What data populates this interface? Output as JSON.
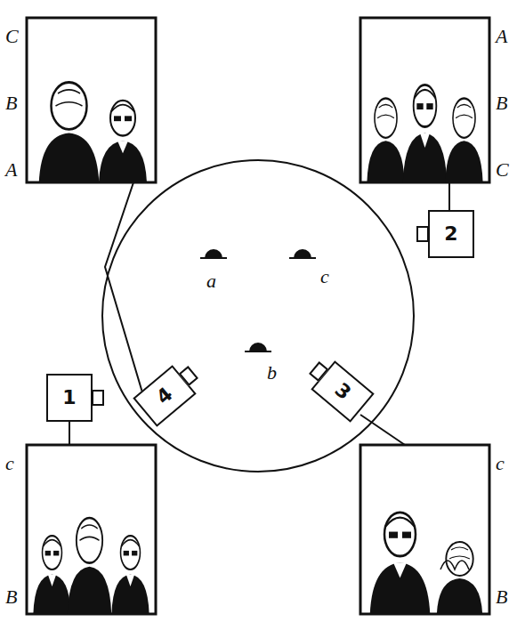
{
  "diagram": {
    "nodes": [
      {
        "text": [
          "1"
        ]
      },
      {
        "text": [
          "2"
        ]
      },
      {
        "text": [
          "3"
        ]
      },
      {
        "text": [
          "4"
        ]
      }
    ],
    "labels": [
      "C",
      "B",
      "A",
      "A",
      "B",
      "C",
      "a",
      "c",
      "b",
      "c",
      "B",
      "c",
      "B"
    ]
  }
}
